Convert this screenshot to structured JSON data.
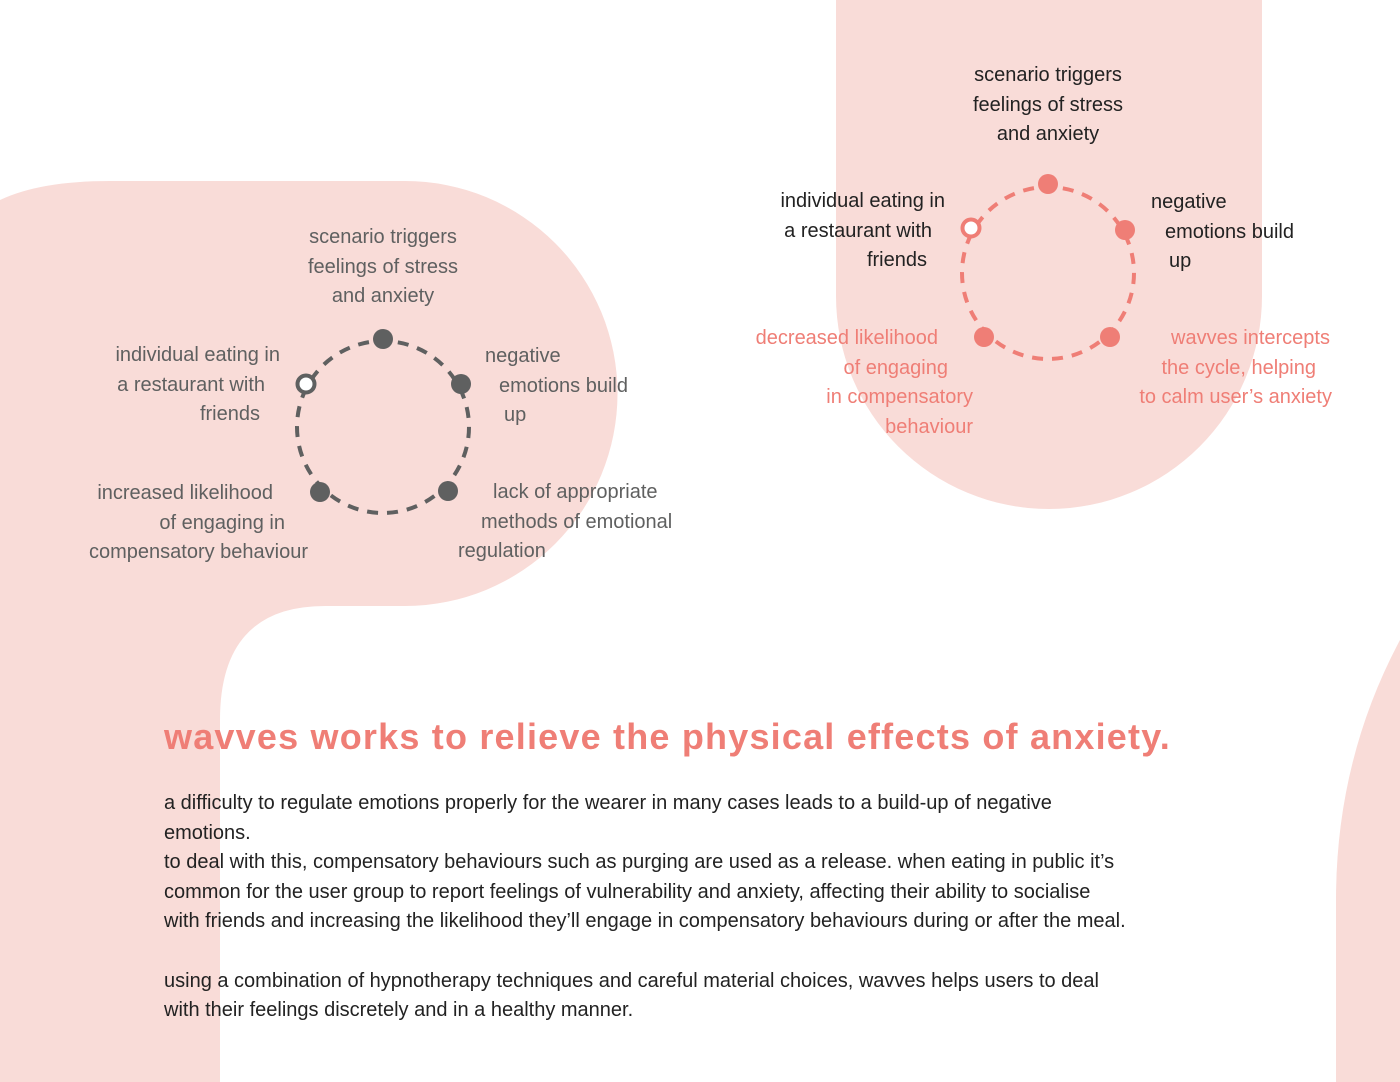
{
  "colors": {
    "background_shape": "#f9dcd8",
    "gray": "#5f6060",
    "coral": "#ef7e76",
    "text": "#222222"
  },
  "diagram_left": {
    "top": [
      "scenario triggers",
      "feelings of stress",
      "and anxiety"
    ],
    "upper_left": [
      "individual eating in",
      "a restaurant with",
      "friends"
    ],
    "upper_right": [
      "negative",
      "emotions build",
      "up"
    ],
    "lower_left": [
      "increased likelihood",
      "of engaging in",
      "compensatory behaviour"
    ],
    "lower_right": [
      "lack of appropriate",
      "methods of emotional",
      "regulation"
    ]
  },
  "diagram_right": {
    "top": [
      "scenario triggers",
      "feelings of stress",
      "and anxiety"
    ],
    "upper_left": [
      "individual eating in",
      "a restaurant with",
      "friends"
    ],
    "upper_right": [
      "negative",
      "emotions build",
      "up"
    ],
    "lower_left": [
      "decreased likelihood",
      "of engaging",
      "in compensatory",
      "behaviour"
    ],
    "lower_right": [
      "wavves intercepts",
      "the cycle, helping",
      "to calm user’s anxiety"
    ]
  },
  "headline": "wavves works to relieve the physical effects of anxiety.",
  "body": {
    "p1": [
      "a difficulty to regulate emotions properly for the wearer in many cases leads to a build-up of negative",
      "emotions."
    ],
    "p2": [
      "to deal with this, compensatory behaviours such as purging are used as a release. when eating in public it’s",
      "common for the user group to report feelings of vulnerability and anxiety, affecting their ability to socialise",
      "with friends and increasing the likelihood they’ll engage in compensatory behaviours during or after the meal."
    ],
    "p3": [
      "using a combination of hypnotherapy techniques and careful material choices, wavves helps users to deal",
      "with their feelings discretely and in a healthy manner."
    ]
  }
}
